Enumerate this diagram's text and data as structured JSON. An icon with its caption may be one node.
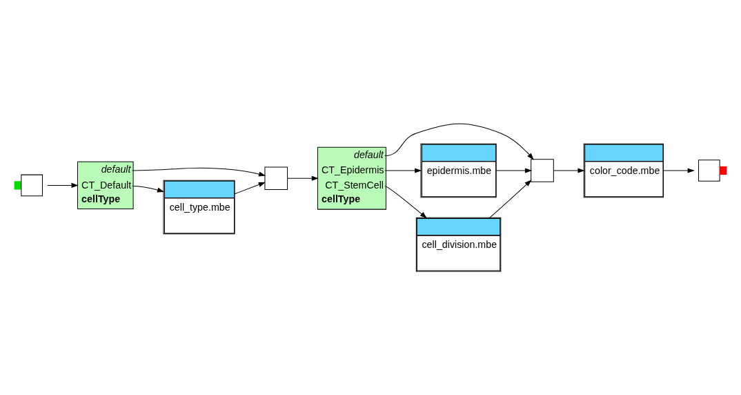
{
  "diagram": {
    "nodes": [
      {
        "text": [],
        "shape": "box"
      },
      {
        "text": [
          "default",
          "CT_Default",
          "cellType"
        ]
      },
      {
        "text": [
          "cell_type.mbe"
        ]
      },
      {
        "text": [],
        "shape": "box"
      },
      {
        "text": [
          "default",
          "CT_Epidermis",
          "CT_StemCell",
          "cellType"
        ]
      },
      {
        "text": [
          "epidermis.mbe"
        ]
      },
      {
        "text": [
          "cell_division.mbe"
        ]
      },
      {
        "text": [],
        "shape": "box"
      },
      {
        "text": [
          "color_code.mbe"
        ]
      },
      {
        "text": [],
        "shape": "box"
      }
    ],
    "edges": [
      {
        "from": 0,
        "to": 1,
        "arrow": "to"
      },
      {
        "from": 1,
        "to": 3,
        "arrow": "to"
      },
      {
        "from": 1,
        "to": 2,
        "arrow": "to"
      },
      {
        "from": 2,
        "to": 3,
        "arrow": "to"
      },
      {
        "from": 3,
        "to": 4,
        "arrow": "to"
      },
      {
        "from": 4,
        "to": 7,
        "arrow": "to"
      },
      {
        "from": 4,
        "to": 5,
        "arrow": "to"
      },
      {
        "from": 4,
        "to": 6,
        "arrow": "to"
      },
      {
        "from": 5,
        "to": 7,
        "arrow": "to"
      },
      {
        "from": 6,
        "to": 7,
        "arrow": "to"
      },
      {
        "from": 7,
        "to": 8,
        "arrow": "to"
      },
      {
        "from": 8,
        "to": 9,
        "arrow": "to"
      }
    ]
  }
}
